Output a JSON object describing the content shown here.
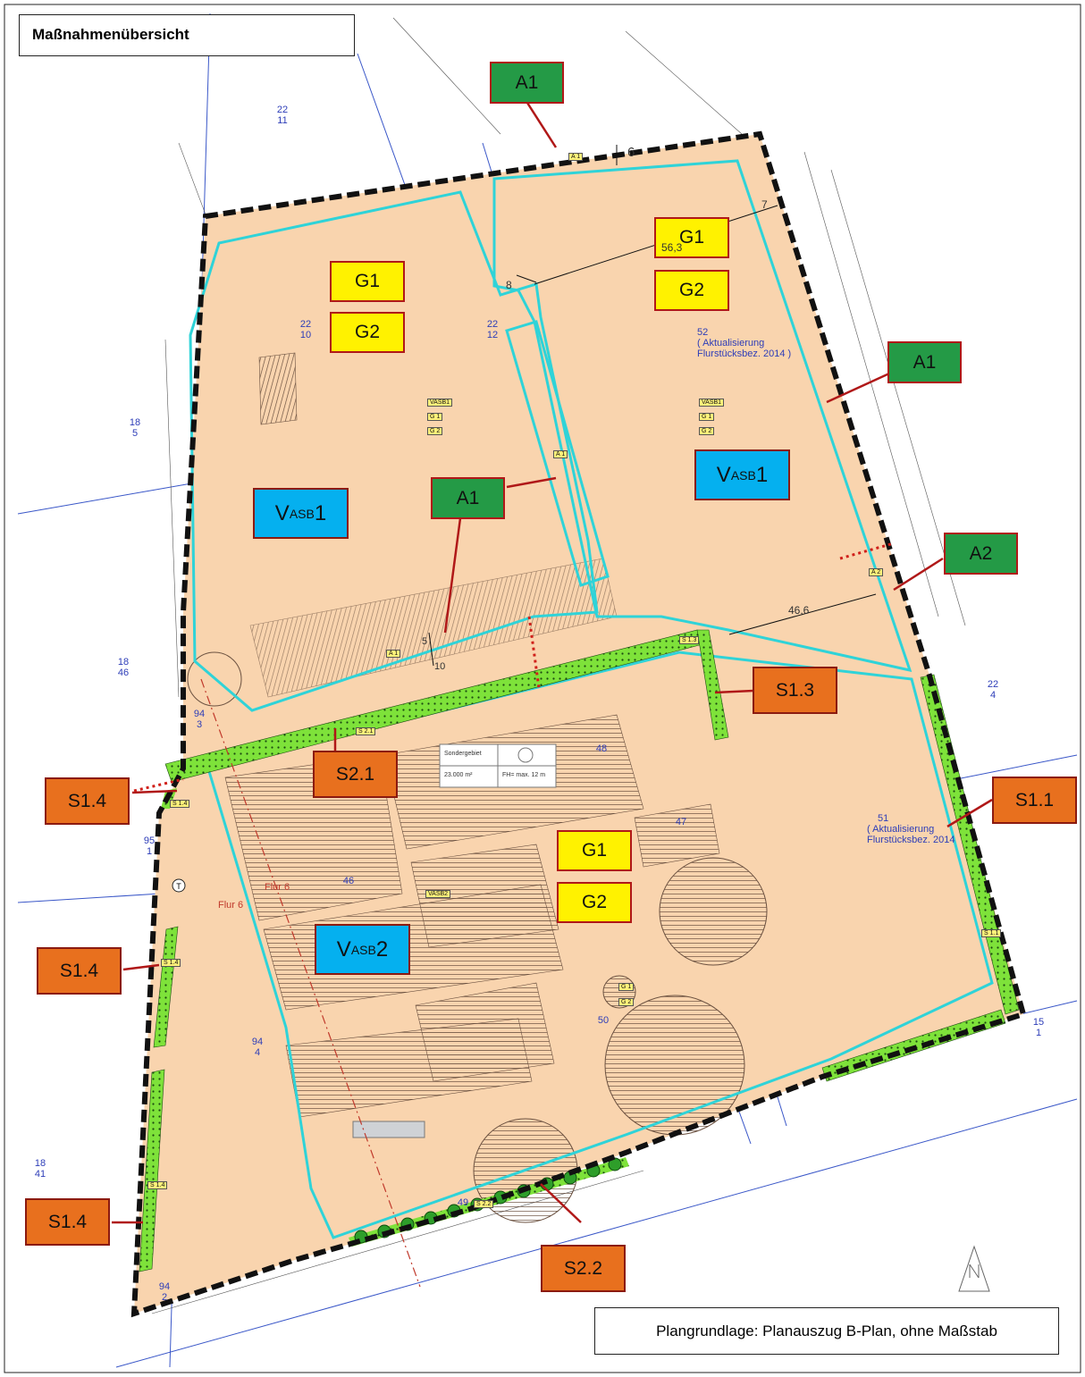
{
  "header": {
    "title": "Maßnahmenübersicht"
  },
  "footer": {
    "note": "Plangrundlage: Planauszug B-Plan, ohne Maßstab"
  },
  "labels": {
    "a1_top": "A1",
    "a1_right": "A1",
    "a1_center": "A1",
    "a2": "A2",
    "g1_left": "G1",
    "g2_left": "G2",
    "g1_right": "G1",
    "g2_right": "G2",
    "g1_bottom": "G1",
    "g2_bottom": "G2",
    "v_main": "V",
    "v_sub": "ASB",
    "v1_num": "1",
    "v2_num": "2",
    "s11": "S1.1",
    "s13": "S1.3",
    "s14_a": "S1.4",
    "s14_b": "S1.4",
    "s14_c": "S1.4",
    "s21": "S2.1",
    "s22": "S2.2"
  },
  "small_labels": {
    "a1": "A 1",
    "a2": "A 2",
    "g1": "G 1",
    "g2": "G 2",
    "vasb1": "VASB1",
    "vasb2": "VASB2",
    "s11": "S 1.1",
    "s13": "S 1.3",
    "s14": "S 1.4",
    "s21": "S 2.1",
    "s22": "S 2.2"
  },
  "parcels": {
    "p22_11": "22\n11",
    "p22_10": "22\n10",
    "p22_12": "22\n12",
    "p18_5": "18\n5",
    "p18_46": "18\n46",
    "p18_41": "18\n41",
    "p94_3": "94\n3",
    "p95_1": "95\n1",
    "p94_4": "94\n4",
    "p94_2": "94\n2",
    "p22_4": "22\n4",
    "p15_1": "15\n1",
    "n52": "52",
    "n46": "46",
    "n47": "47",
    "n48": "48",
    "n49": "49",
    "n50": "50",
    "n51": "51",
    "akt1": "( Aktualisierung\nFlurstücksbez. 2014 )",
    "akt2": "( Aktualisierung\nFlurstücksbez. 2014"
  },
  "dimensions": {
    "d6": "6",
    "d7": "7",
    "d563": "56,3",
    "d8": "8",
    "d5": "5",
    "d10": "10",
    "d466": "46,6"
  },
  "flur": {
    "f1": "Flur 6",
    "f2": "Flur 6"
  },
  "sonder": {
    "title": "Sondergebiet",
    "area": "23.000 m²",
    "height": "FH= max. 12 m"
  },
  "colors": {
    "site": "#f9d4ae",
    "boundary": "#111111",
    "cyan": "#2fd3d8",
    "hedge": "#7ee23a"
  },
  "icons": {
    "north": "north-arrow-icon"
  }
}
